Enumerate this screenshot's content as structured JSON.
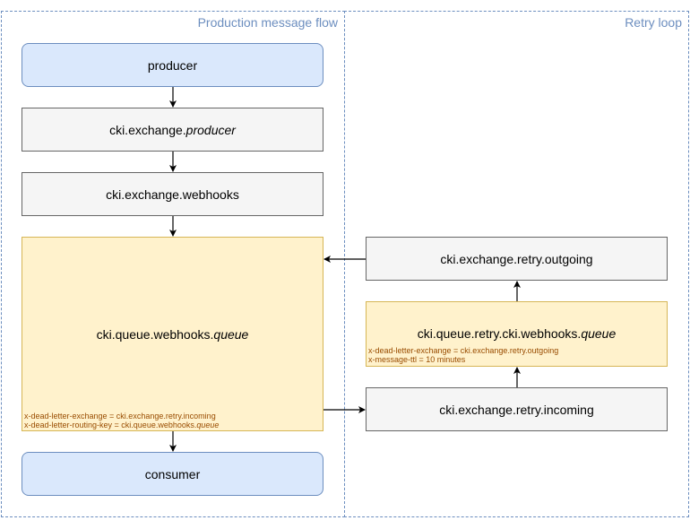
{
  "groups": {
    "production": {
      "title": "Production message flow"
    },
    "retry": {
      "title": "Retry loop"
    }
  },
  "nodes": {
    "producer": {
      "label": "producer"
    },
    "exchange_producer": {
      "prefix": "cki.exchange.",
      "italic": "producer"
    },
    "exchange_webhooks": {
      "label": "cki.exchange.webhooks"
    },
    "queue_webhooks": {
      "prefix": "cki.queue.webhooks.",
      "italic": "queue",
      "note_line1": "x-dead-letter-exchange = cki.exchange.retry.incoming",
      "note_line2_prefix": "x-dead-letter-routing-key = cki.queue.webhooks.",
      "note_line2_italic": "queue"
    },
    "consumer": {
      "label": "consumer"
    },
    "retry_outgoing": {
      "label": "cki.exchange.retry.outgoing"
    },
    "retry_queue": {
      "prefix": "cki.queue.retry.cki.webhooks.",
      "italic": "queue",
      "note_line1": "x-dead-letter-exchange = cki.exchange.retry.outgoing",
      "note_line2": "x-message-ttl = 10 minutes"
    },
    "retry_incoming": {
      "label": "cki.exchange.retry.incoming"
    }
  },
  "colors": {
    "blue_fill": "#dae8fc",
    "blue_stroke": "#6c8ebf",
    "gray_fill": "#f5f5f5",
    "gray_stroke": "#666666",
    "yellow_fill": "#fff2cc",
    "yellow_stroke": "#d6b656",
    "note_text": "#994c00",
    "group_border": "#6c8ebf"
  }
}
